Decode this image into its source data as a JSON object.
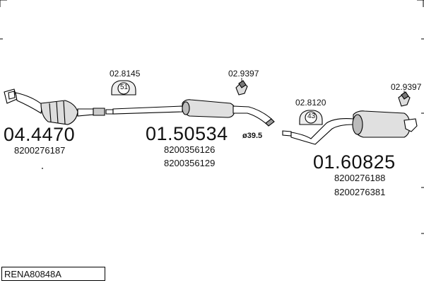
{
  "parts": [
    {
      "code": "04.4470",
      "oem": [
        "8200276187"
      ]
    },
    {
      "code": "01.50534",
      "oem": [
        "8200356126",
        "8200356129"
      ]
    },
    {
      "code": "01.60825",
      "oem": [
        "8200276188",
        "8200276381"
      ]
    }
  ],
  "hangers": [
    {
      "code": "02.8145",
      "badge": "51"
    },
    {
      "code": "02.9397",
      "badge": ""
    },
    {
      "code": "02.8120",
      "badge": "43"
    },
    {
      "code": "02.9397",
      "badge": ""
    }
  ],
  "diameter": "ø39.5",
  "reference": "RENA80848A"
}
